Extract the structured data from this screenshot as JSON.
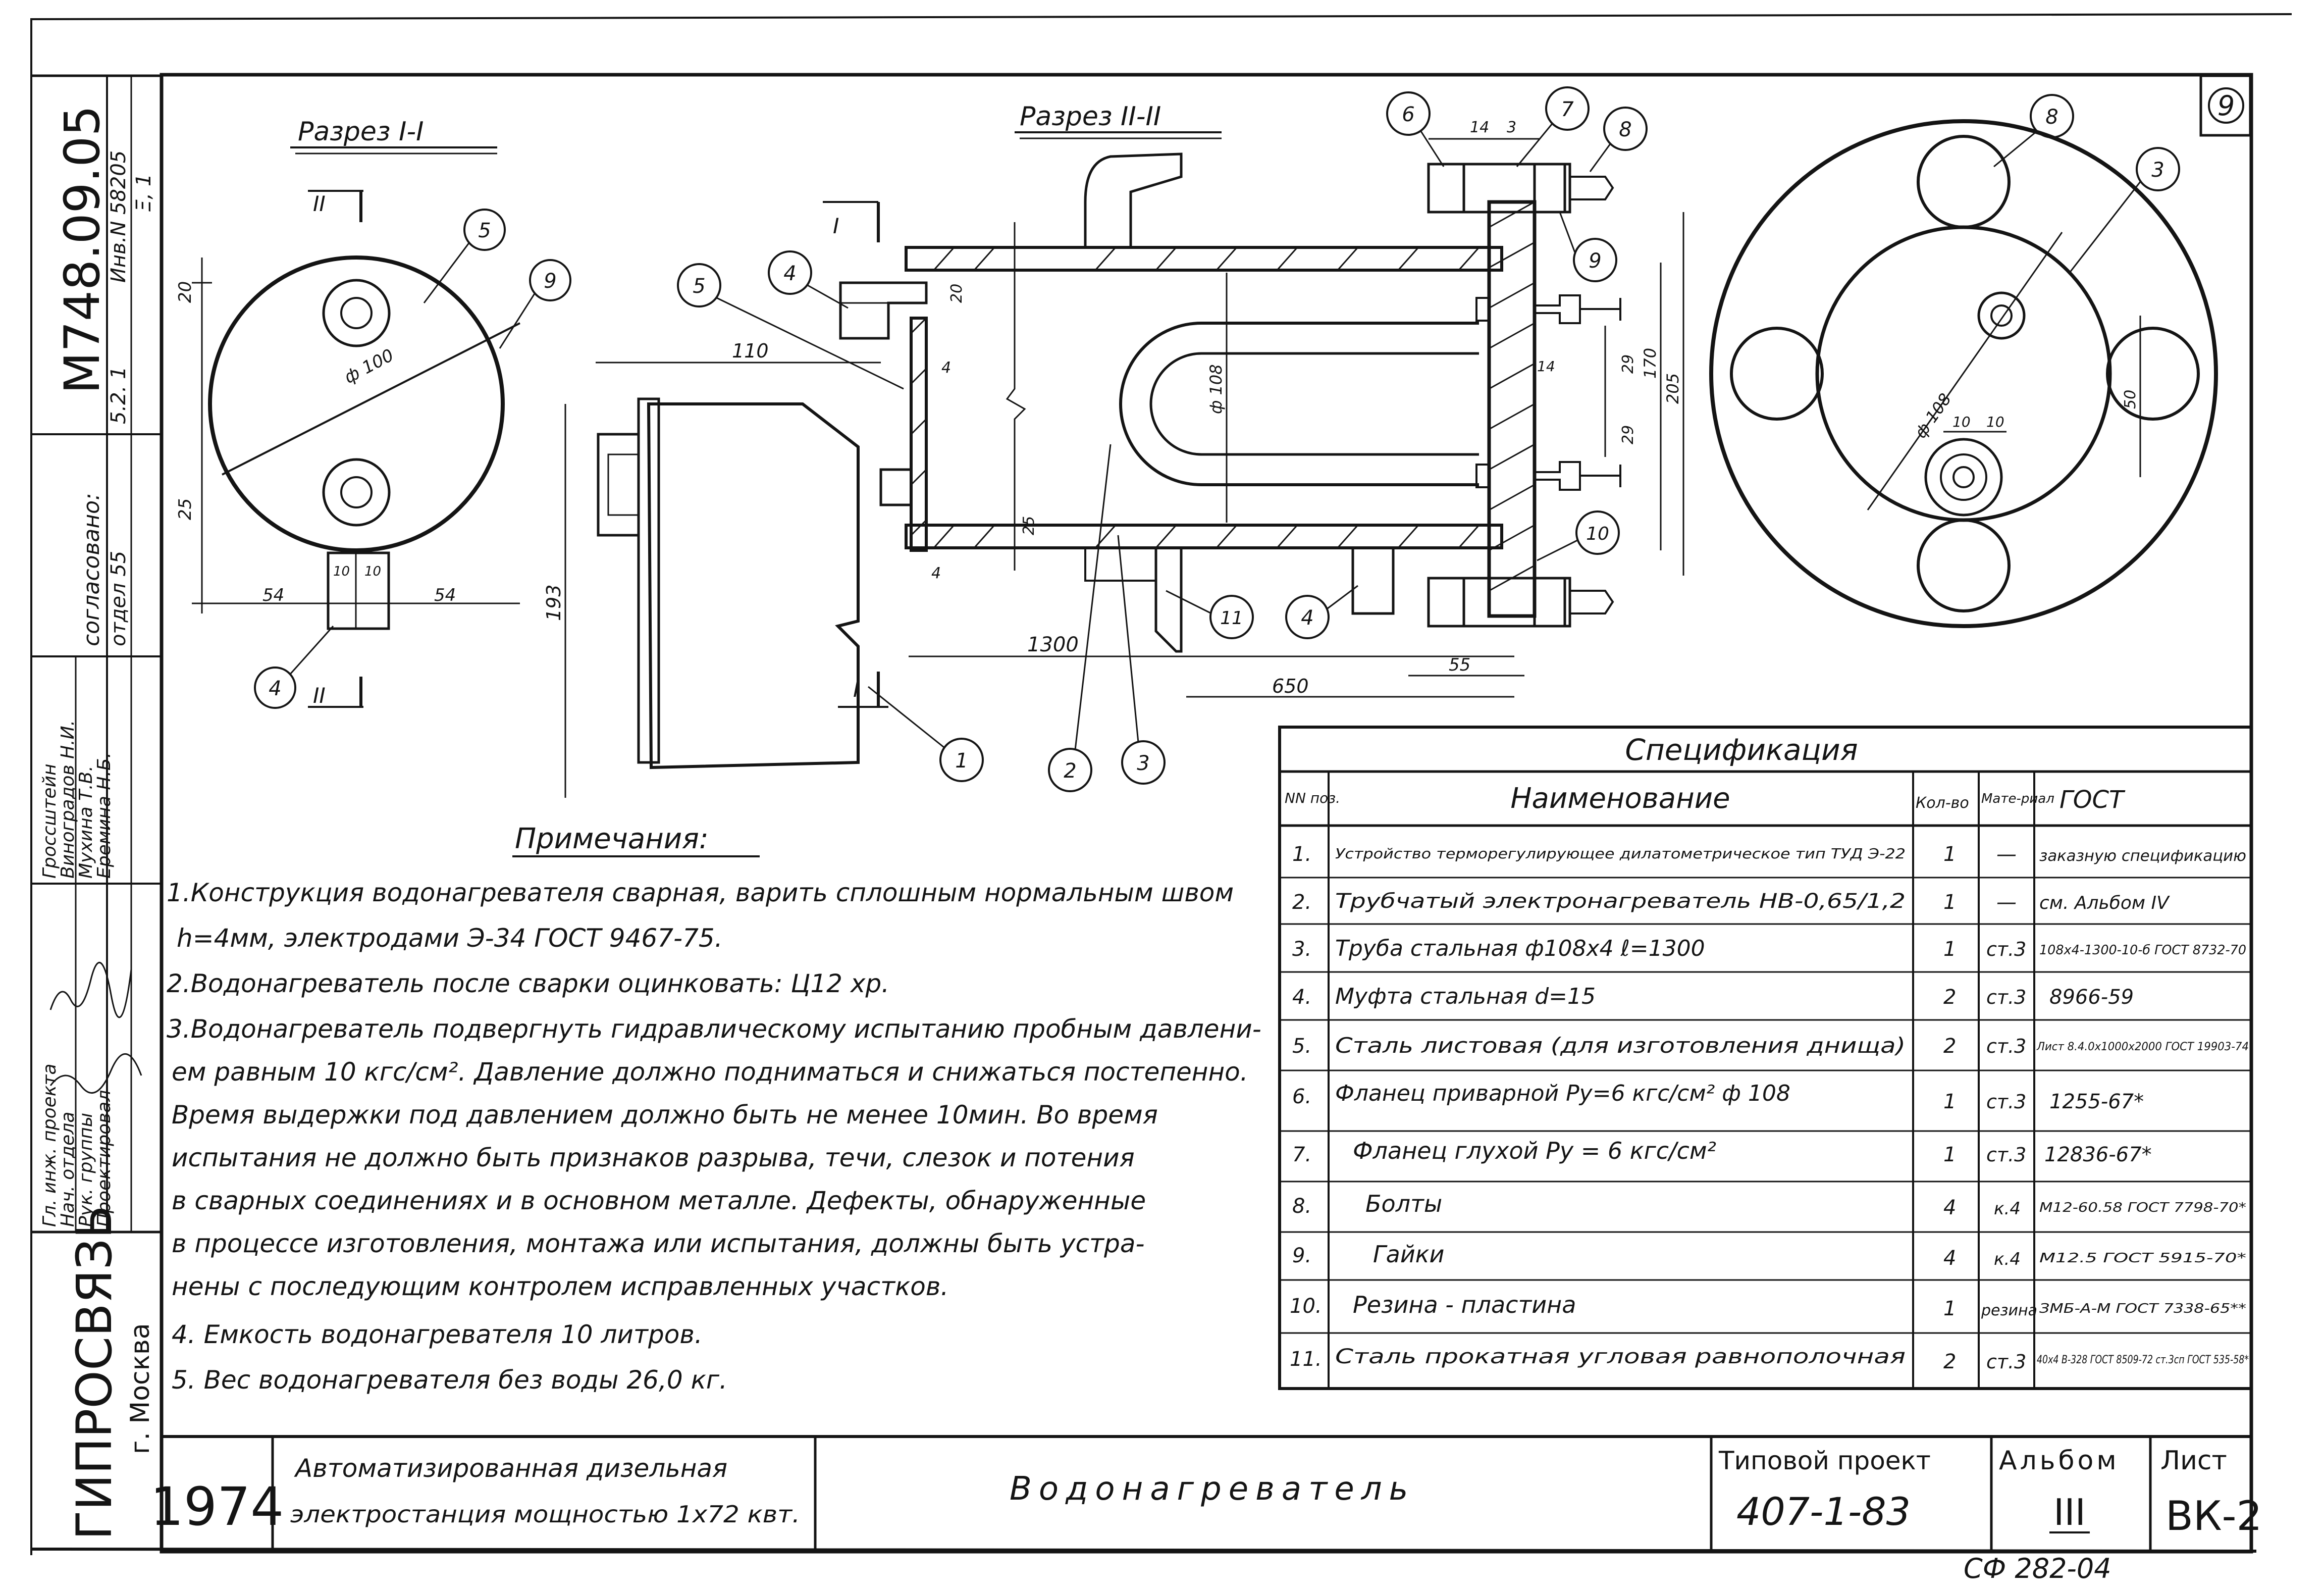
{
  "sheet": {
    "sheet_index": "9",
    "archive_code": "M748.09.05",
    "inv_label": "Инв.N 58205",
    "note_right": "Ξ, 1",
    "note_rev": "5.2. 1",
    "bottom_code": "СФ 282-04",
    "design_rows": [
      {
        "role": "Гл. инж. проекта",
        "name": "Гроссштейн"
      },
      {
        "role": "Нач. отдела",
        "name": "Виноградов Н.И."
      },
      {
        "role": "Рук. группы",
        "name": "Мухина Т.В."
      },
      {
        "role": "Проектировал",
        "name": "Еремина Н.Б."
      }
    ],
    "approval_label": "согласовано:",
    "approval_dept": "отдел 55"
  },
  "section1": {
    "title": "Разрез I-I",
    "cut_label_top": "II",
    "cut_label_bottom": "II",
    "dims": {
      "top": "20",
      "diameter": "ф 100",
      "left_gap": "25",
      "half_left": "54",
      "half_right": "54",
      "pipe_a": "10",
      "pipe_b": "10"
    },
    "callouts": [
      "5",
      "9",
      "4"
    ]
  },
  "section2": {
    "title": "Разрез II-II",
    "cut_label_top": "I",
    "cut_label_bottom": "I",
    "dims": {
      "length_top": "110",
      "height": "193",
      "wall": "20",
      "flange_gap": "25",
      "small": "4",
      "total_length": "1300",
      "inner_length": "650",
      "offset": "55",
      "diameter": "ф 108",
      "thick": "14",
      "t2": "3",
      "pitch_a": "29",
      "pitch_b": "29",
      "flange_h": "170",
      "overall_h": "205",
      "flange_w": "14"
    },
    "callouts": [
      "5",
      "4",
      "1",
      "2",
      "3",
      "11",
      "4",
      "6",
      "7",
      "8",
      "9",
      "10"
    ]
  },
  "end_view": {
    "dims": {
      "diameter": "ф 108",
      "a": "10",
      "b": "10",
      "c": "50"
    },
    "callouts": [
      "8",
      "3"
    ]
  },
  "notes": {
    "title": "Примечания:",
    "lines": [
      "1.Конструкция водонагревателя сварная, варить сплошным нормальным швом",
      "h=4мм, электродами Э-34 ГОСТ 9467-75.",
      "2.Водонагреватель после сварки оцинковать: Ц12 хр.",
      "3.Водонагреватель подвергнуть гидравлическому испытанию пробным давлени-",
      "ем равным 10 кгс/см². Давление должно подниматься и снижаться постепенно.",
      "Время выдержки под давлением должно быть не менее 10мин. Во время",
      "испытания не должно быть признаков разрыва, течи, слезок и потения",
      "в сварных соединениях и в основном металле. Дефекты, обнаруженные",
      "в процессе изготовления, монтажа или испытания, должны быть устра-",
      "нены с последующим контролем исправленных участков.",
      "4. Емкость водонагревателя 10 литров.",
      "5. Вес водонагревателя без воды 26,0 кг."
    ]
  },
  "spec": {
    "title": "Спецификация",
    "headers": [
      "NN поз.",
      "Наименование",
      "Кол-во",
      "Мате-риал",
      "ГОСТ"
    ],
    "rows": [
      {
        "pos": "1.",
        "name": "Устройство терморегулирующее дилатометрическое тип ТУД Э-22",
        "qty": "1",
        "mat": "—",
        "gost": "заказную спецификацию"
      },
      {
        "pos": "2.",
        "name": "Трубчатый электронагреватель НВ-0,65/1,2",
        "qty": "1",
        "mat": "—",
        "gost": "см. Альбом IV"
      },
      {
        "pos": "3.",
        "name": "Труба стальная ф108х4 ℓ=1300",
        "qty": "1",
        "mat": "ст.3",
        "gost": "108х4-1300-10-б ГОСТ 8732-70"
      },
      {
        "pos": "4.",
        "name": "Муфта стальная d=15",
        "qty": "2",
        "mat": "ст.3",
        "gost": "8966-59"
      },
      {
        "pos": "5.",
        "name": "Сталь листовая (для изготовления днища)",
        "qty": "2",
        "mat": "ст.3",
        "gost": "Лист 8.4.0х1000х2000 ГОСТ 19903-74"
      },
      {
        "pos": "6.",
        "name": "Фланец приварной Ру=6 кгс/см² ф 108",
        "qty": "1",
        "mat": "ст.3",
        "gost": "1255-67*"
      },
      {
        "pos": "7.",
        "name": "Фланец глухой Ру = 6 кгс/см²",
        "qty": "1",
        "mat": "ст.3",
        "gost": "12836-67*"
      },
      {
        "pos": "8.",
        "name": "Болты",
        "qty": "4",
        "mat": "к.4",
        "gost": "М12-60.58 ГОСТ 7798-70*"
      },
      {
        "pos": "9.",
        "name": "Гайки",
        "qty": "4",
        "mat": "к.4",
        "gost": "М12.5 ГОСТ 5915-70*"
      },
      {
        "pos": "10.",
        "name": "Резина - пластина",
        "qty": "1",
        "mat": "резина",
        "gost": "ЗМБ-А-М ГОСТ 7338-65**"
      },
      {
        "pos": "11.",
        "name": "Сталь прокатная угловая равнополочная",
        "qty": "2",
        "mat": "ст.3",
        "gost": "40х4 В-328 ГОСТ 8509-72 ст.3сп ГОСТ 535-58*"
      }
    ]
  },
  "title_block": {
    "org": "ГИПРОСВЯЗЬ",
    "city": "г. Москва",
    "year": "1974",
    "project_desc_1": "Автоматизированная дизельная",
    "project_desc_2": "электростанция мощностью 1х72 квт.",
    "drawing_name": "Водонагреватель",
    "typical_label": "Типовой проект",
    "typical_value": "407-1-83",
    "album_label": "Альбом",
    "album_value": "III",
    "sheet_label": "Лист",
    "sheet_value": "ВК-2"
  }
}
